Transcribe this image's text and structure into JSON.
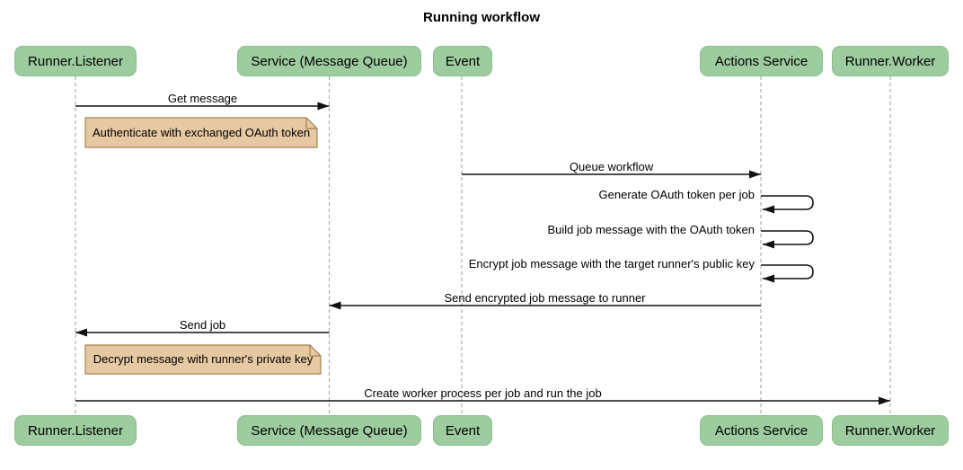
{
  "title": "Running workflow",
  "colors": {
    "participant-fill": "#9dcc9f",
    "participant-border": "#8abf8d",
    "note-fill": "#e6c8a2",
    "note-border": "#a5814e",
    "lifeline": "#9e9e9e",
    "arrow": "#111111",
    "text": "#000000",
    "background": "#ffffff"
  },
  "participants": [
    {
      "label": "Runner.Listener"
    },
    {
      "label": "Service (Message Queue)"
    },
    {
      "label": "Event"
    },
    {
      "label": "Actions Service"
    },
    {
      "label": "Runner.Worker"
    }
  ],
  "messages": [
    {
      "from": "Runner.Listener",
      "to": "Service (Message Queue)",
      "label": "Get message",
      "kind": "solid-arrow"
    },
    {
      "from": "Event",
      "to": "Actions Service",
      "label": "Queue workflow",
      "kind": "solid-arrow"
    },
    {
      "from": "Actions Service",
      "to": "Actions Service",
      "label": "Generate OAuth token per job",
      "kind": "self-loop"
    },
    {
      "from": "Actions Service",
      "to": "Actions Service",
      "label": "Build job message with the OAuth token",
      "kind": "self-loop"
    },
    {
      "from": "Actions Service",
      "to": "Actions Service",
      "label": "Encrypt job message with the target runner's public key",
      "kind": "self-loop"
    },
    {
      "from": "Actions Service",
      "to": "Service (Message Queue)",
      "label": "Send encrypted job message to runner",
      "kind": "solid-arrow"
    },
    {
      "from": "Service (Message Queue)",
      "to": "Runner.Listener",
      "label": "Send job",
      "kind": "solid-arrow"
    },
    {
      "from": "Runner.Listener",
      "to": "Runner.Worker",
      "label": "Create worker process per job and run the job",
      "kind": "solid-arrow"
    }
  ],
  "notes": [
    {
      "over": "Runner.Listener",
      "label": "Authenticate with exchanged OAuth token"
    },
    {
      "over": "Runner.Listener",
      "label": "Decrypt message with runner's private key"
    }
  ]
}
